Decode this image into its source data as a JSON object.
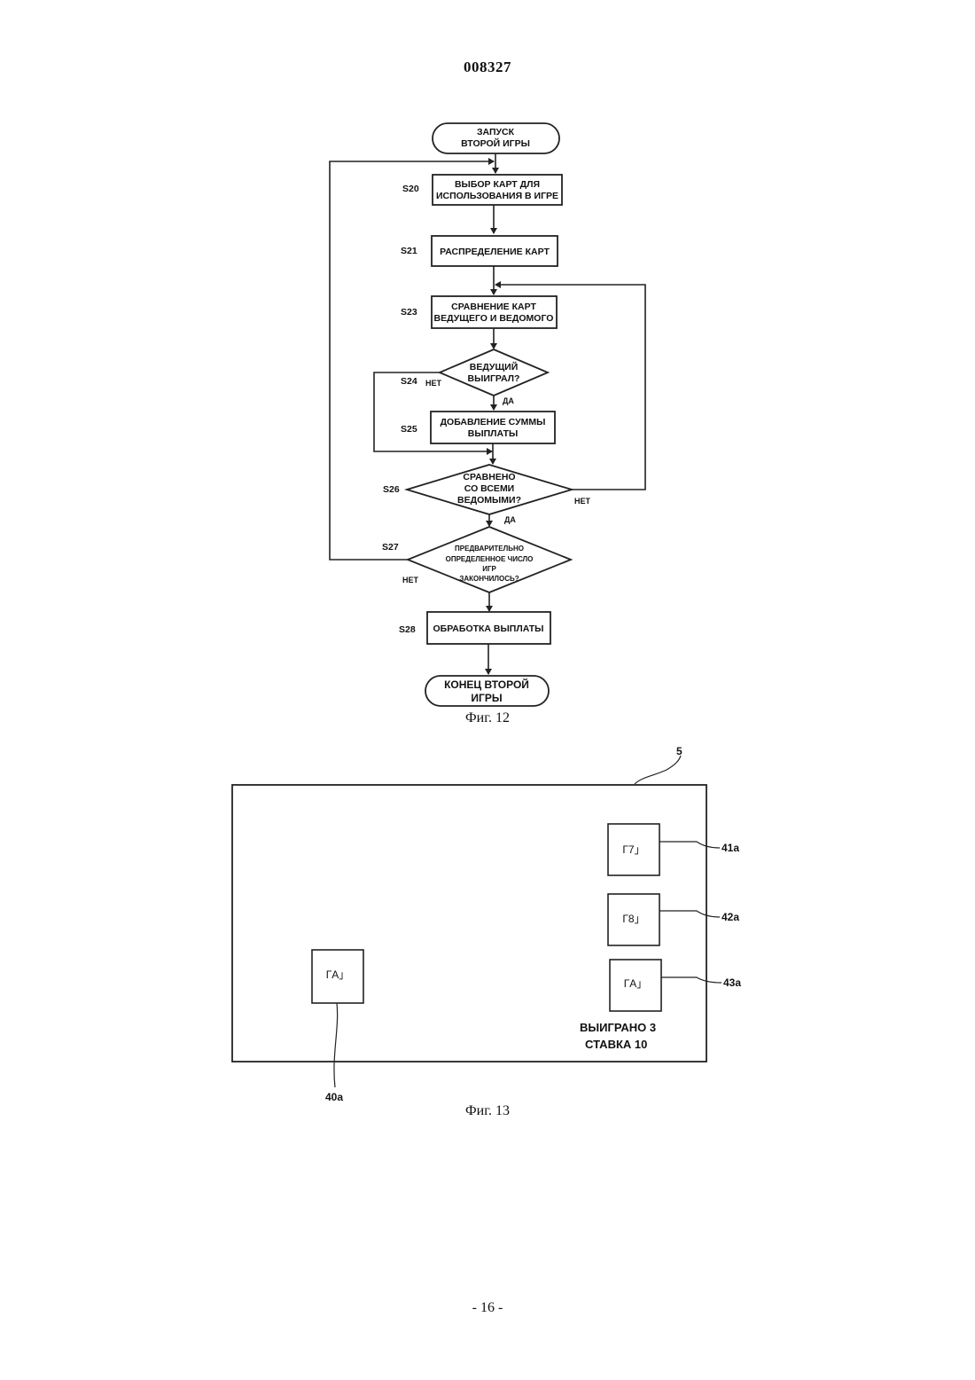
{
  "header": {
    "doc_number": "008327"
  },
  "fig12": {
    "caption": "Фиг. 12",
    "start": [
      "ЗАПУСК",
      "ВТОРОЙ ИГРЫ"
    ],
    "s20": {
      "step": "S20",
      "lines": [
        "ВЫБОР КАРТ ДЛЯ",
        "ИСПОЛЬЗОВАНИЯ В ИГРЕ"
      ]
    },
    "s21": {
      "step": "S21",
      "lines": [
        "РАСПРЕДЕЛЕНИЕ КАРТ"
      ]
    },
    "s23": {
      "step": "S23",
      "lines": [
        "СРАВНЕНИЕ КАРТ",
        "ВЕДУЩЕГО И ВЕДОМОГО"
      ]
    },
    "s24": {
      "step": "S24",
      "lines": [
        "ВЕДУЩИЙ",
        "ВЫИГРАЛ?"
      ],
      "no": "НЕТ",
      "yes": "ДА"
    },
    "s25": {
      "step": "S25",
      "lines": [
        "ДОБАВЛЕНИЕ СУММЫ",
        "ВЫПЛАТЫ"
      ]
    },
    "s26": {
      "step": "S26",
      "lines": [
        "СРАВНЕНО",
        "СО ВСЕМИ",
        "ВЕДОМЫМИ?"
      ],
      "no": "НЕТ",
      "yes": "ДА"
    },
    "s27": {
      "step": "S27",
      "lines": [
        "ПРЕДВАРИТЕЛЬНО",
        "ОПРЕДЕЛЕННОЕ ЧИСЛО",
        "ИГР",
        "ЗАКОНЧИЛОСЬ?"
      ],
      "no": "НЕТ"
    },
    "s28": {
      "step": "S28",
      "lines": [
        "ОБРАБОТКА ВЫПЛАТЫ"
      ]
    },
    "end": [
      "КОНЕЦ ВТОРОЙ",
      "ИГРЫ"
    ]
  },
  "fig13": {
    "caption": "Фиг. 13",
    "screen_ref": "5",
    "cards": [
      {
        "label": "Г7」",
        "ref": "41a"
      },
      {
        "label": "Г8」",
        "ref": "42a"
      },
      {
        "label": "ГA」",
        "ref": "43a"
      },
      {
        "label": "ГA」",
        "ref": "40a"
      }
    ],
    "status": [
      "ВЫИГРАНО 3",
      "СТАВКА 10"
    ]
  },
  "footer": {
    "page_number": "- 16 -"
  }
}
